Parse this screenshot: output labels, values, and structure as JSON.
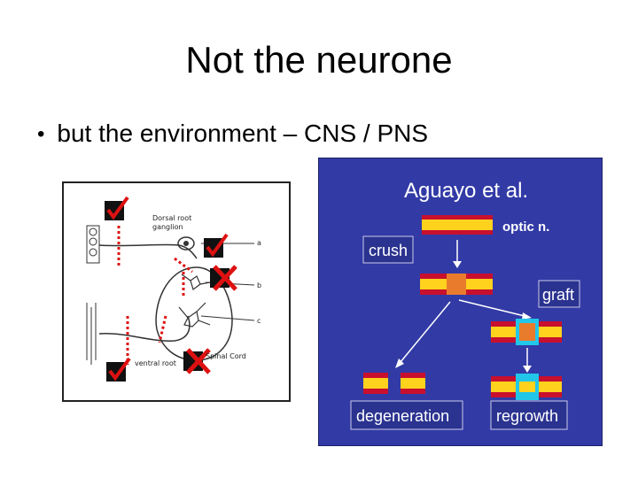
{
  "slide": {
    "title": "Not the neurone",
    "bullet": "but the environment – CNS / PNS"
  },
  "diagram": {
    "labels": {
      "dorsal": "Dorsal root",
      "ganglion": "ganglion",
      "ventral": "ventral root",
      "spinal": "Spinal Cord",
      "a": "a",
      "b": "b",
      "c": "c"
    }
  },
  "panel": {
    "title": "Aguayo et al.",
    "optic": "optic n.",
    "crush": "crush",
    "graft": "graft",
    "degeneration": "degeneration",
    "regrowth": "regrowth"
  },
  "colors": {
    "panel_bg": "#323aa6",
    "nerve_yellow": "#ffd21e",
    "nerve_red": "#c8102e",
    "crush_orange": "#e97c2c",
    "graft_cyan": "#22c6e8",
    "label_box": "#2b3390",
    "check_red": "#dd1111"
  }
}
